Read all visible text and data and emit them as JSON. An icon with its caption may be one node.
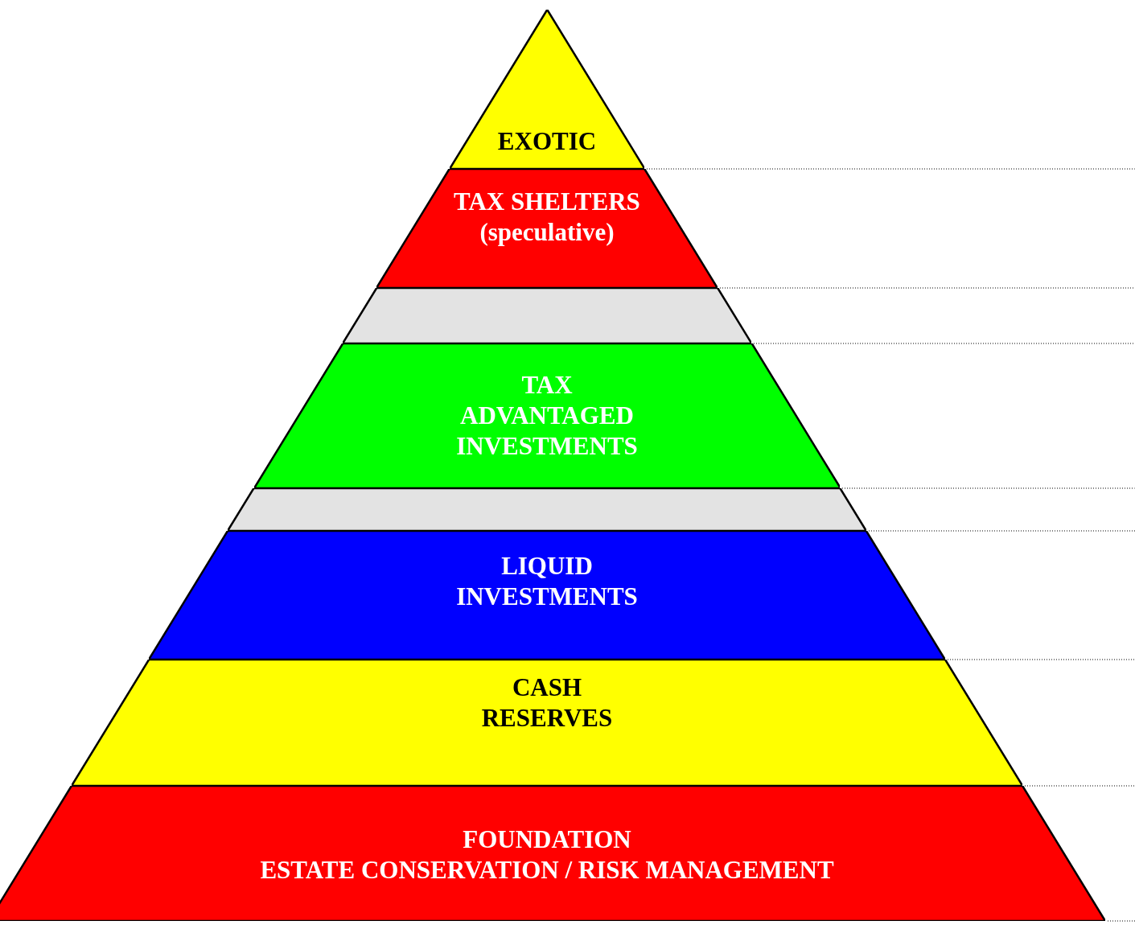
{
  "diagram": {
    "nodes": [
      {
        "text": [
          "EXOTIC"
        ]
      },
      {
        "text": [
          "TAX SHELTERS (speculative)"
        ]
      },
      {
        "text": [],
        "shape": "band"
      },
      {
        "text": [
          "TAX ADVANTAGED INVESTMENTS"
        ]
      },
      {
        "text": [],
        "shape": "band"
      },
      {
        "text": [
          "LIQUID INVESTMENTS"
        ]
      },
      {
        "text": [
          "CASH RESERVES"
        ]
      },
      {
        "text": [
          "FOUNDATION",
          "ESTATE CONSERVATION / RISK MANAGEMENT"
        ]
      }
    ]
  }
}
